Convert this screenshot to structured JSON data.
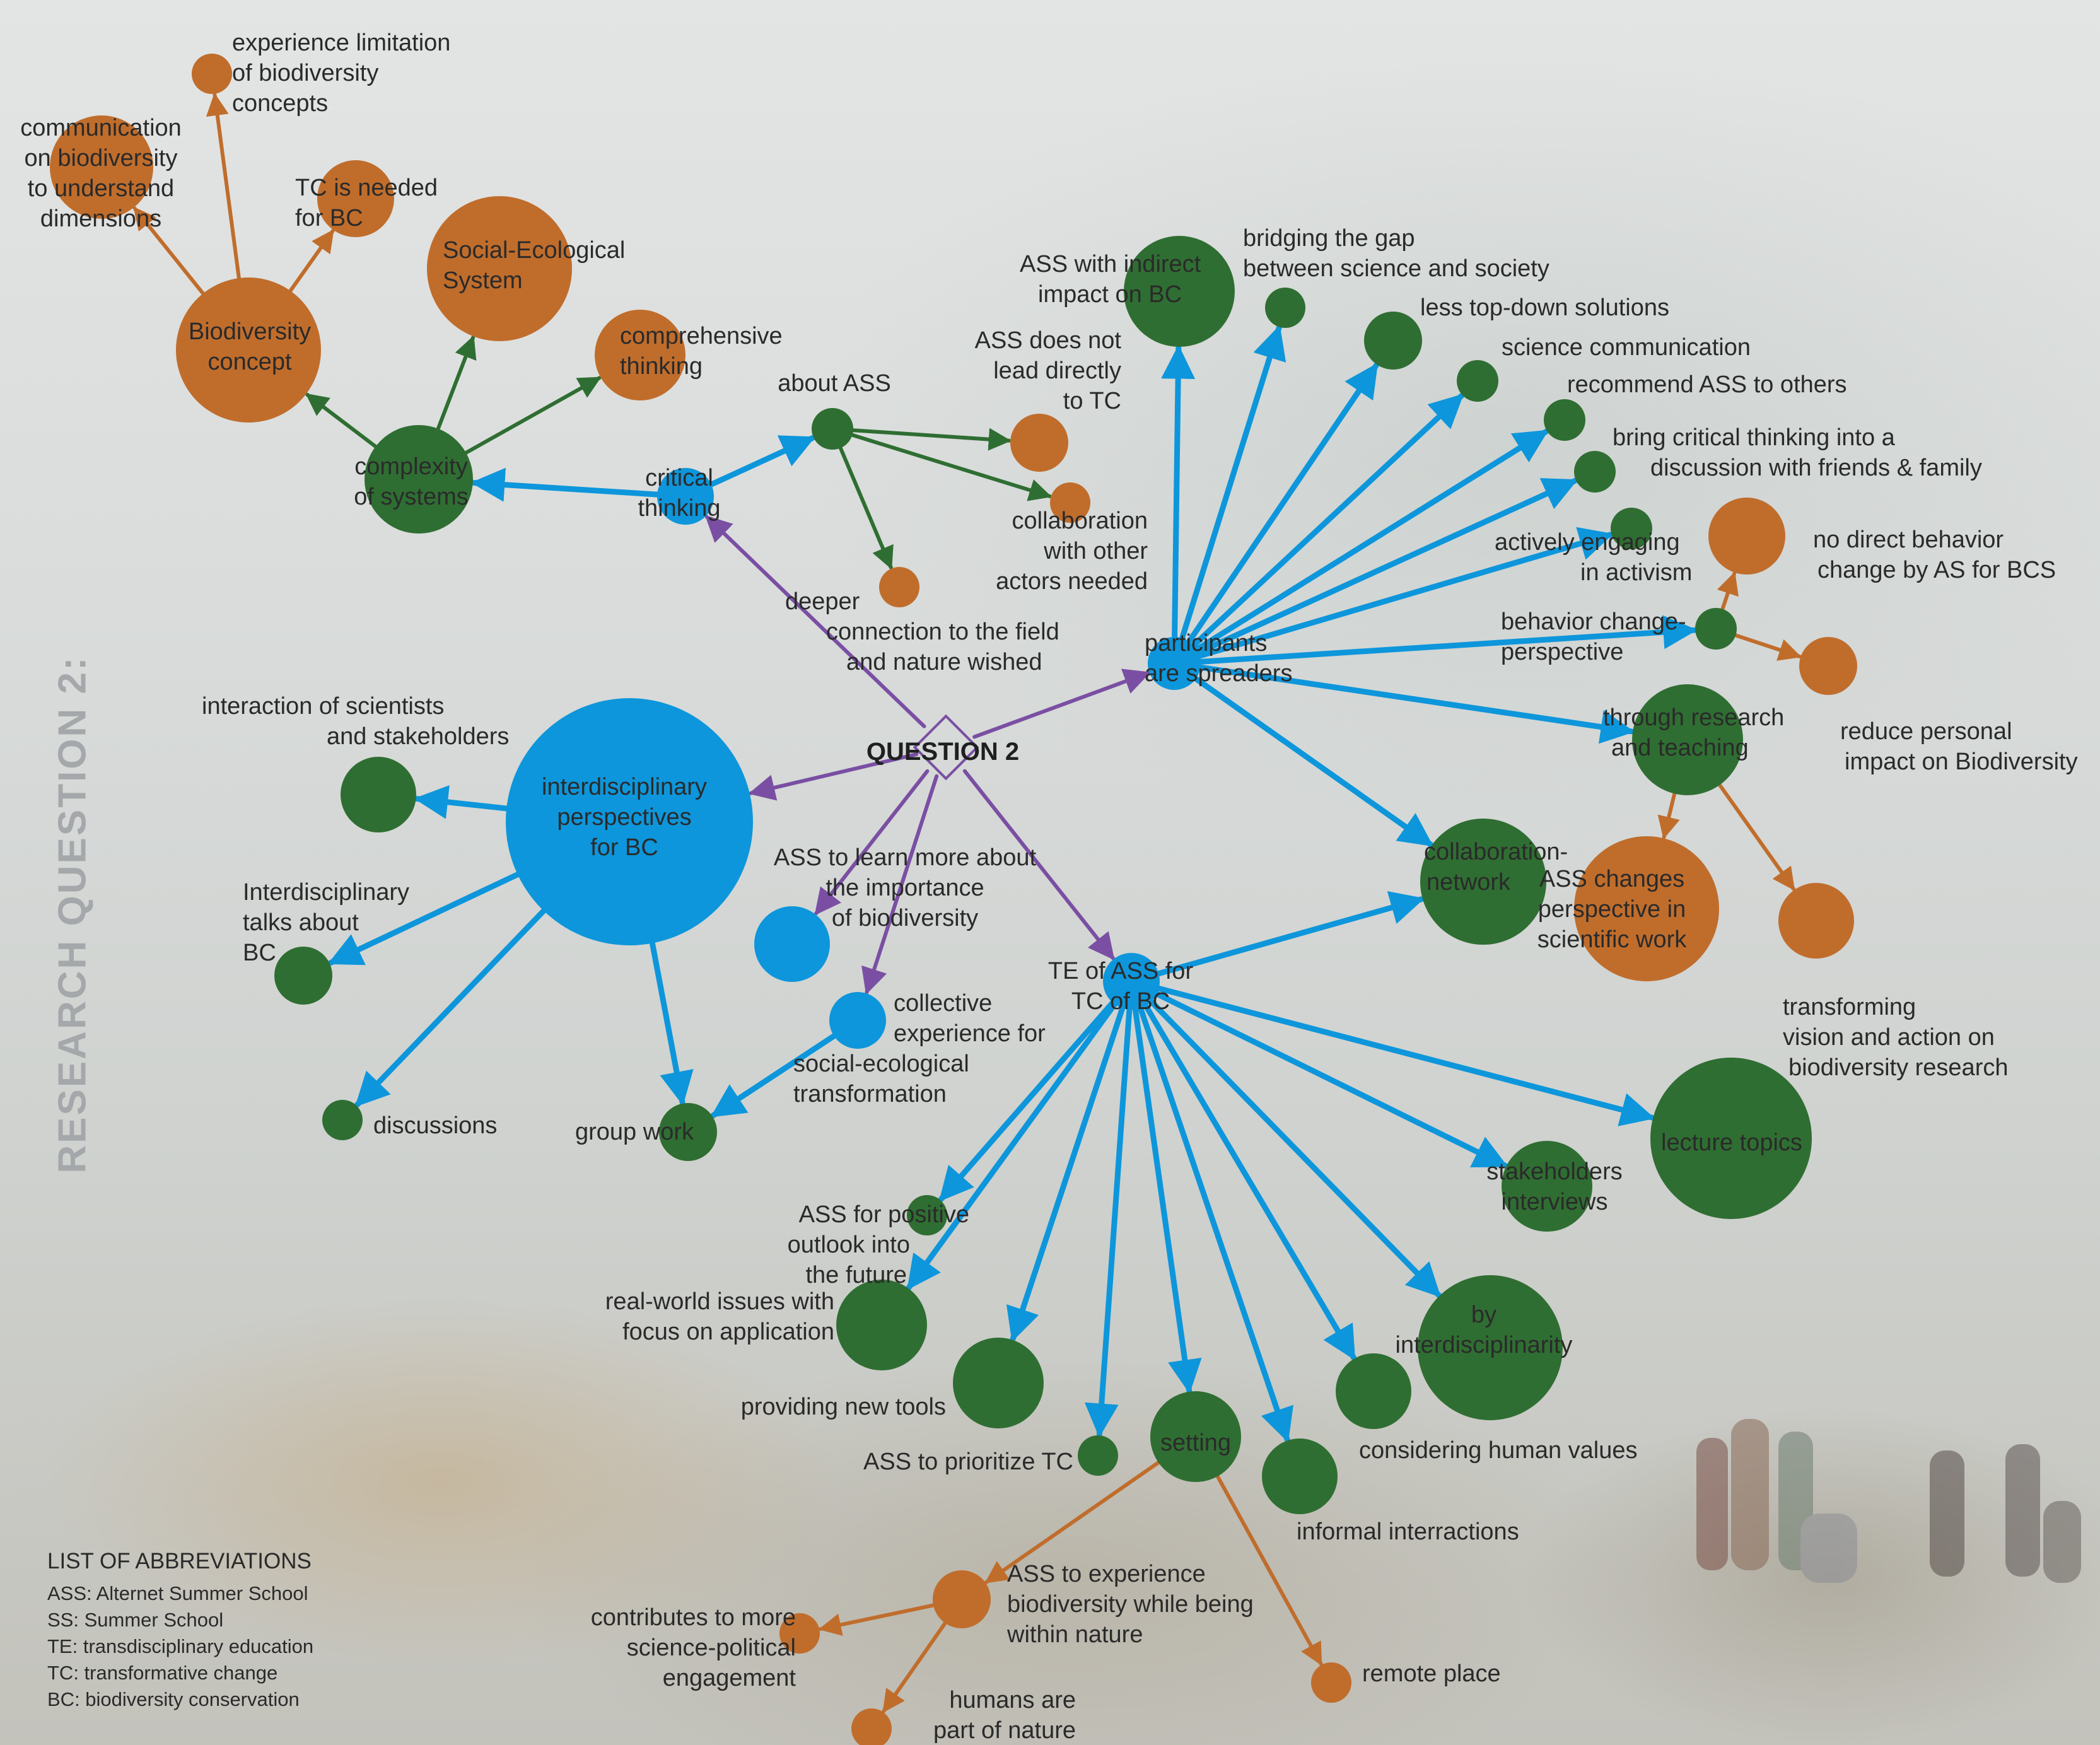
{
  "vertical_title": "RESEARCH QUESTION 2:",
  "center_label": "QUESTION 2",
  "colors": {
    "blue": "#0d96db",
    "green": "#2f6e32",
    "orange": "#c06d2c",
    "purple": "#7a4fa3"
  },
  "nodes": [
    {
      "id": "q2"
    },
    {
      "id": "critical",
      "color": "blue",
      "label": [
        "critical",
        "thinking"
      ]
    },
    {
      "id": "interdisc",
      "color": "blue",
      "label": [
        "interdisciplinary",
        "perspectives",
        "for BC"
      ]
    },
    {
      "id": "learnmore",
      "color": "blue",
      "label": [
        "ASS to learn more about",
        "the importance",
        "of biodiversity"
      ]
    },
    {
      "id": "collective",
      "color": "blue",
      "label": [
        "collective",
        "experience for",
        "social-ecological",
        "transformation"
      ]
    },
    {
      "id": "spreaders",
      "color": "blue",
      "label": [
        "participants",
        "are spreaders"
      ]
    },
    {
      "id": "te",
      "color": "blue",
      "label": [
        "TE of ASS for",
        "TC of BC"
      ]
    },
    {
      "id": "complexity",
      "color": "green",
      "label": [
        "complexity",
        "of systems"
      ]
    },
    {
      "id": "aboutass",
      "color": "green",
      "label": [
        "about ASS"
      ]
    },
    {
      "id": "biodivconcept",
      "color": "orange",
      "label": [
        "Biodiversity",
        "concept"
      ]
    },
    {
      "id": "ses",
      "color": "orange",
      "label": [
        "Social-Ecological",
        "System"
      ]
    },
    {
      "id": "comprehensive",
      "color": "orange",
      "label": [
        "comprehensive",
        "thinking"
      ]
    },
    {
      "id": "explimit",
      "color": "orange",
      "label": [
        "experience limitation",
        "of biodiversity",
        "concepts"
      ]
    },
    {
      "id": "commbio",
      "color": "orange",
      "label": [
        "communication",
        "on biodiversity",
        "to understand",
        "dimensions"
      ]
    },
    {
      "id": "tcneeded",
      "color": "orange",
      "label": [
        "TC is needed",
        "for BC"
      ]
    },
    {
      "id": "notleadtc",
      "color": "orange",
      "label": [
        "ASS does not",
        "lead directly",
        "to TC"
      ]
    },
    {
      "id": "collabactors",
      "color": "orange",
      "label": [
        "collaboration",
        "with other",
        "actors needed"
      ]
    },
    {
      "id": "deeper",
      "color": "orange",
      "label": [
        "deeper",
        "connection to the field",
        "and nature wished"
      ]
    },
    {
      "id": "interact",
      "color": "green",
      "label": [
        "interaction of scientists",
        "and stakeholders"
      ]
    },
    {
      "id": "talks",
      "color": "green",
      "label": [
        "Interdisciplinary",
        "talks about",
        "BC"
      ]
    },
    {
      "id": "discussions",
      "color": "green",
      "label": [
        "discussions"
      ]
    },
    {
      "id": "groupwork",
      "color": "green",
      "label": [
        "group work"
      ]
    },
    {
      "id": "indirect",
      "color": "green",
      "label": [
        "ASS with indirect",
        "impact on BC"
      ]
    },
    {
      "id": "gap",
      "color": "green",
      "label": [
        "bridging the gap",
        "between science and society"
      ]
    },
    {
      "id": "topdown",
      "color": "green",
      "label": [
        "less top-down solutions"
      ]
    },
    {
      "id": "scicomm",
      "color": "green",
      "label": [
        "science communication"
      ]
    },
    {
      "id": "recommend",
      "color": "green",
      "label": [
        "recommend ASS to others"
      ]
    },
    {
      "id": "bringcrit",
      "color": "green",
      "label": [
        "bring critical thinking into a",
        "discussion with friends & family"
      ]
    },
    {
      "id": "activism",
      "color": "green",
      "label": [
        "actively engaging",
        "in activism"
      ]
    },
    {
      "id": "behavior",
      "color": "green",
      "label": [
        "behavior change-",
        "perspective"
      ]
    },
    {
      "id": "nodirect",
      "color": "orange",
      "label": [
        "no direct behavior",
        "change by AS for BCS"
      ]
    },
    {
      "id": "reduce",
      "color": "orange",
      "label": [
        "reduce personal",
        "impact on Biodiversity"
      ]
    },
    {
      "id": "research",
      "color": "green",
      "label": [
        "through research",
        "and teaching"
      ]
    },
    {
      "id": "changesperspective",
      "color": "orange",
      "label": [
        "ASS changes",
        "perspective in",
        "scientific work"
      ]
    },
    {
      "id": "transforming",
      "color": "orange",
      "label": [
        "transforming",
        "vision and action on",
        "biodiversity research"
      ]
    },
    {
      "id": "collabnet",
      "color": "green",
      "label": [
        "collaboration-",
        "network"
      ]
    },
    {
      "id": "lecture",
      "color": "green",
      "label": [
        "lecture topics"
      ]
    },
    {
      "id": "stakeholders",
      "color": "green",
      "label": [
        "stakeholders",
        "interviews"
      ]
    },
    {
      "id": "byinter",
      "color": "green",
      "label": [
        "by",
        "interdisciplinarity"
      ]
    },
    {
      "id": "humanvalues",
      "color": "green",
      "label": [
        "considering human values"
      ]
    },
    {
      "id": "informal",
      "color": "green",
      "label": [
        "informal interractions"
      ]
    },
    {
      "id": "setting",
      "color": "green",
      "label": [
        "setting"
      ]
    },
    {
      "id": "prioritize",
      "color": "green",
      "label": [
        "ASS to prioritize TC"
      ]
    },
    {
      "id": "tools",
      "color": "green",
      "label": [
        "providing new tools"
      ]
    },
    {
      "id": "realworld",
      "color": "green",
      "label": [
        "real-world issues with",
        "focus on application"
      ]
    },
    {
      "id": "positive",
      "color": "green",
      "label": [
        "ASS for positive",
        "outlook into",
        "the future"
      ]
    },
    {
      "id": "experiencebio",
      "color": "orange",
      "label": [
        "ASS to experience",
        "biodiversity while being",
        "within nature"
      ]
    },
    {
      "id": "remote",
      "color": "orange",
      "label": [
        "remote place"
      ]
    },
    {
      "id": "contributes",
      "color": "orange",
      "label": [
        "contributes to more",
        "science-political",
        "engagement"
      ]
    },
    {
      "id": "humans",
      "color": "orange",
      "label": [
        "humans are",
        "part of nature"
      ]
    }
  ],
  "edges": [
    {
      "from": "q2",
      "to": "critical",
      "color": "purple"
    },
    {
      "from": "q2",
      "to": "spreaders",
      "color": "purple"
    },
    {
      "from": "q2",
      "to": "interdisc",
      "color": "purple"
    },
    {
      "from": "q2",
      "to": "learnmore",
      "color": "purple"
    },
    {
      "from": "q2",
      "to": "collective",
      "color": "purple"
    },
    {
      "from": "q2",
      "to": "te",
      "color": "purple"
    },
    {
      "from": "critical",
      "to": "complexity",
      "color": "blue"
    },
    {
      "from": "critical",
      "to": "aboutass",
      "color": "blue"
    },
    {
      "from": "complexity",
      "to": "biodivconcept",
      "color": "green"
    },
    {
      "from": "complexity",
      "to": "ses",
      "color": "green"
    },
    {
      "from": "complexity",
      "to": "comprehensive",
      "color": "green"
    },
    {
      "from": "biodivconcept",
      "to": "explimit",
      "color": "orange"
    },
    {
      "from": "biodivconcept",
      "to": "commbio",
      "color": "orange"
    },
    {
      "from": "biodivconcept",
      "to": "tcneeded",
      "color": "orange"
    },
    {
      "from": "aboutass",
      "to": "notleadtc",
      "color": "green"
    },
    {
      "from": "aboutass",
      "to": "collabactors",
      "color": "green"
    },
    {
      "from": "aboutass",
      "to": "deeper",
      "color": "green"
    },
    {
      "from": "interdisc",
      "to": "interact",
      "color": "blue"
    },
    {
      "from": "interdisc",
      "to": "talks",
      "color": "blue"
    },
    {
      "from": "interdisc",
      "to": "discussions",
      "color": "blue"
    },
    {
      "from": "interdisc",
      "to": "groupwork",
      "color": "blue"
    },
    {
      "from": "collective",
      "to": "groupwork",
      "color": "blue"
    },
    {
      "from": "spreaders",
      "to": "indirect",
      "color": "blue"
    },
    {
      "from": "spreaders",
      "to": "gap",
      "color": "blue"
    },
    {
      "from": "spreaders",
      "to": "topdown",
      "color": "blue"
    },
    {
      "from": "spreaders",
      "to": "scicomm",
      "color": "blue"
    },
    {
      "from": "spreaders",
      "to": "recommend",
      "color": "blue"
    },
    {
      "from": "spreaders",
      "to": "bringcrit",
      "color": "blue"
    },
    {
      "from": "spreaders",
      "to": "activism",
      "color": "blue"
    },
    {
      "from": "spreaders",
      "to": "behavior",
      "color": "blue"
    },
    {
      "from": "spreaders",
      "to": "research",
      "color": "blue"
    },
    {
      "from": "spreaders",
      "to": "collabnet",
      "color": "blue"
    },
    {
      "from": "behavior",
      "to": "nodirect",
      "color": "orange"
    },
    {
      "from": "behavior",
      "to": "reduce",
      "color": "orange"
    },
    {
      "from": "research",
      "to": "changesperspective",
      "color": "orange"
    },
    {
      "from": "research",
      "to": "transforming",
      "color": "orange"
    },
    {
      "from": "te",
      "to": "collabnet",
      "color": "blue"
    },
    {
      "from": "te",
      "to": "lecture",
      "color": "blue"
    },
    {
      "from": "te",
      "to": "stakeholders",
      "color": "blue"
    },
    {
      "from": "te",
      "to": "byinter",
      "color": "blue"
    },
    {
      "from": "te",
      "to": "humanvalues",
      "color": "blue"
    },
    {
      "from": "te",
      "to": "informal",
      "color": "blue"
    },
    {
      "from": "te",
      "to": "setting",
      "color": "blue"
    },
    {
      "from": "te",
      "to": "prioritize",
      "color": "blue"
    },
    {
      "from": "te",
      "to": "tools",
      "color": "blue"
    },
    {
      "from": "te",
      "to": "realworld",
      "color": "blue"
    },
    {
      "from": "te",
      "to": "positive",
      "color": "blue"
    },
    {
      "from": "setting",
      "to": "experiencebio",
      "color": "orange"
    },
    {
      "from": "setting",
      "to": "remote",
      "color": "orange"
    },
    {
      "from": "experiencebio",
      "to": "contributes",
      "color": "orange"
    },
    {
      "from": "experiencebio",
      "to": "humans",
      "color": "orange"
    }
  ],
  "abbreviations": {
    "title": "LIST OF ABBREVIATIONS",
    "items": [
      "ASS: Alternet Summer School",
      "SS: Summer School",
      "TE: transdisciplinary education",
      "TC: transformative change",
      "BC: biodiversity conservation"
    ]
  }
}
